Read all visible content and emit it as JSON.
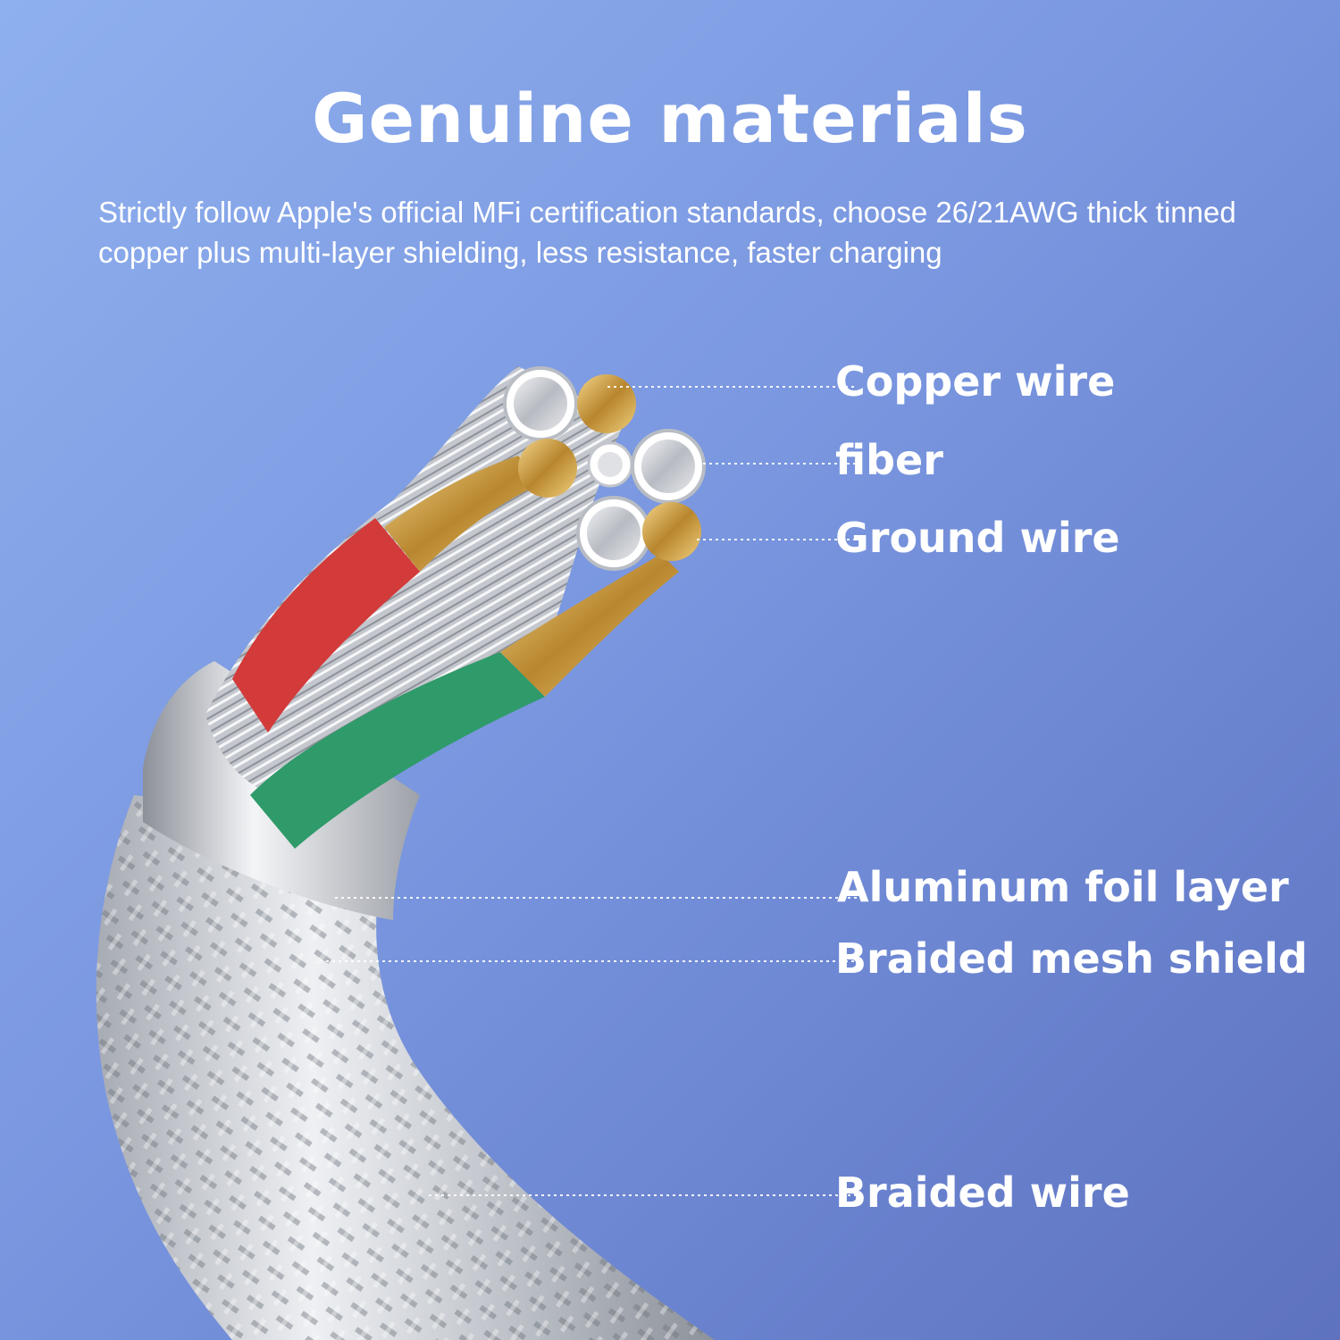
{
  "header": {
    "title": "Genuine materials",
    "subtitle": "Strictly follow Apple's official MFi certification standards, choose 26/21AWG thick tinned copper plus multi-layer shielding, less resistance, faster charging"
  },
  "labels": {
    "copper_wire": "Copper wire",
    "fiber": "fiber",
    "ground_wire": "Ground wire",
    "aluminum_foil": "Aluminum foil layer",
    "braided_mesh": "Braided mesh shield",
    "braided_wire": "Braided wire"
  },
  "colors": {
    "background_start": "#8fb0ee",
    "background_end": "#5e72bf",
    "red_insulation": "#d33a3a",
    "green_insulation": "#2f9a6a",
    "copper": "#d8b25a",
    "silver": "#c9ccd2"
  }
}
